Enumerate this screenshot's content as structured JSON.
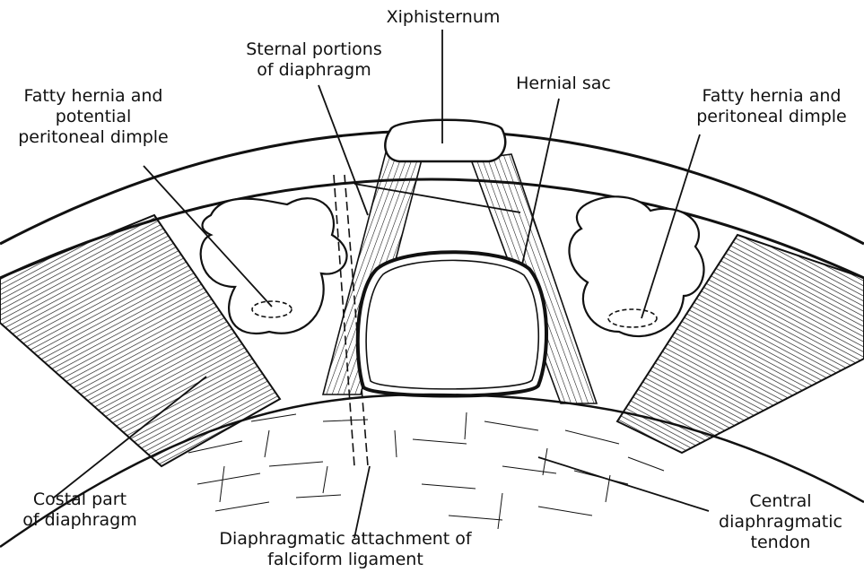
{
  "labels": {
    "xiphisternum": "Xiphisternum",
    "sternal_portions": [
      "Sternal portions",
      "of diaphragm"
    ],
    "hernial_sac": "Hernial sac",
    "fatty_left": [
      "Fatty hernia and",
      "potential",
      "peritoneal dimple"
    ],
    "fatty_right": [
      "Fatty hernia and",
      "peritoneal dimple"
    ],
    "costal_part": [
      "Costal part",
      "of diaphragm"
    ],
    "falciform": [
      "Diaphragmatic attachment of",
      "falciform ligament"
    ],
    "central_tendon": [
      "Central",
      "diaphragmatic",
      "tendon"
    ]
  },
  "colors": {
    "ink": "#111111",
    "paper": "#ffffff"
  }
}
